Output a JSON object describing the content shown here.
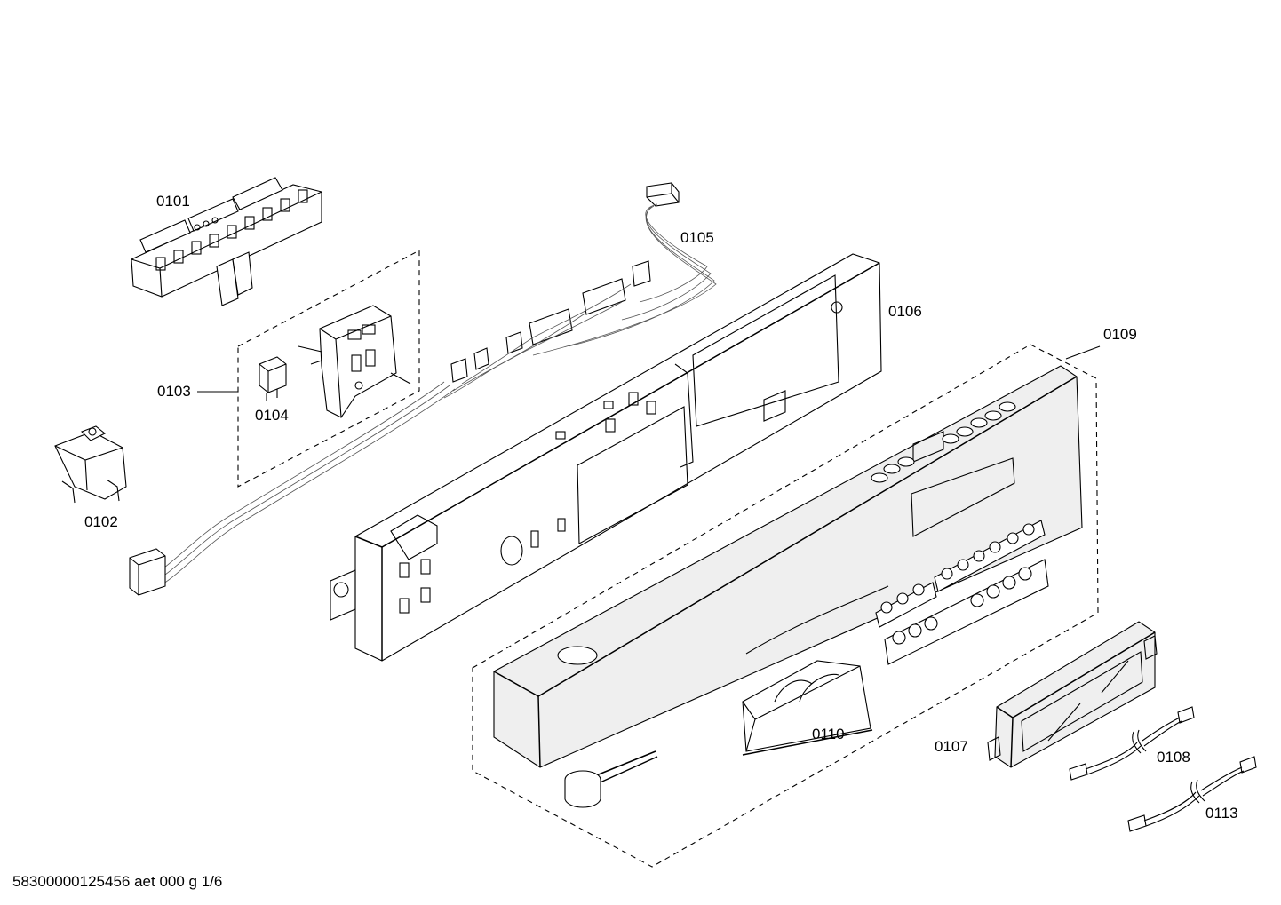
{
  "parts": [
    {
      "id": "p0101",
      "label": "0101"
    },
    {
      "id": "p0102",
      "label": "0102"
    },
    {
      "id": "p0103",
      "label": "0103"
    },
    {
      "id": "p0104",
      "label": "0104"
    },
    {
      "id": "p0105",
      "label": "0105"
    },
    {
      "id": "p0106",
      "label": "0106"
    },
    {
      "id": "p0107",
      "label": "0107"
    },
    {
      "id": "p0108",
      "label": "0108"
    },
    {
      "id": "p0109",
      "label": "0109"
    },
    {
      "id": "p0110",
      "label": "0110"
    },
    {
      "id": "p0113",
      "label": "0113"
    }
  ],
  "footer": {
    "doc_code": "58300000125456 aet 000 g 1/6"
  }
}
